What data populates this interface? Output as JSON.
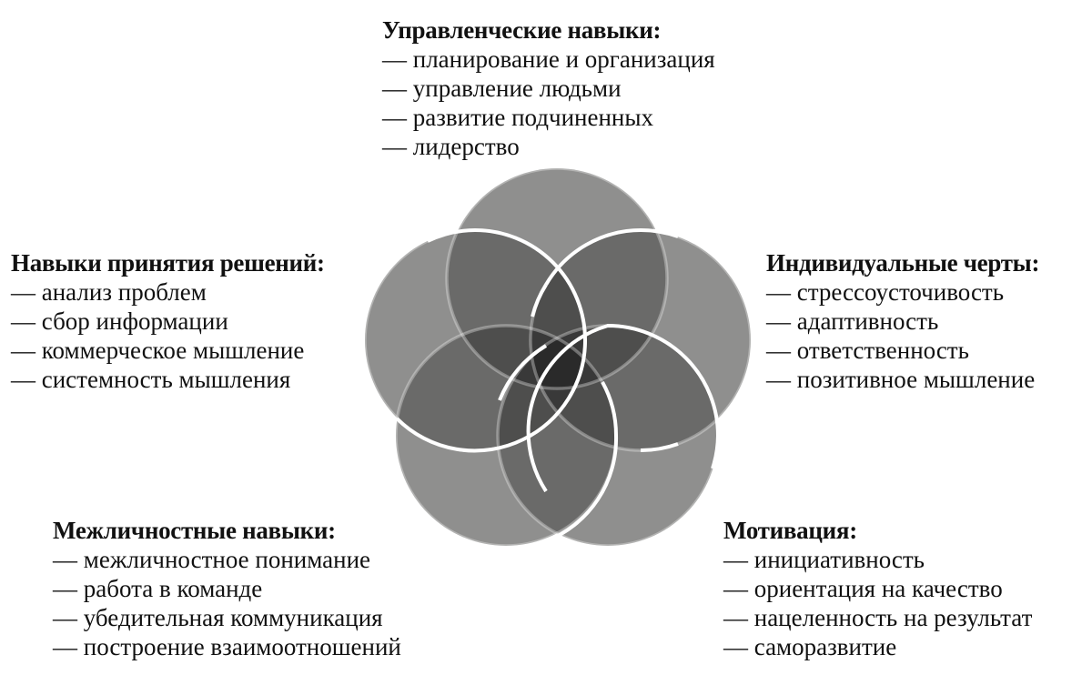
{
  "diagram": {
    "type": "five-circle-venn",
    "colors": {
      "base": "#c1c2c0",
      "overlay": "rgba(0,0,0,0.26)",
      "single_region": "#8f918e",
      "stroke": "#ffffff"
    }
  },
  "blocks": {
    "top": {
      "title": "Управленческие навыки:",
      "items": [
        "планирование и организация",
        "управление людьми",
        "развитие подчиненных",
        "лидерство"
      ]
    },
    "left": {
      "title": "Навыки принятия решений:",
      "items": [
        "анализ проблем",
        "сбор информации",
        "коммерческое мышление",
        "системность мышления"
      ]
    },
    "right": {
      "title": "Индивидуальные черты:",
      "items": [
        "стрессоусточивость",
        "адаптивность",
        "ответственность",
        "позитивное мышление"
      ]
    },
    "bottom_left": {
      "title": "Межличностные навыки:",
      "items": [
        "межличностное понимание",
        "работа в команде",
        "убедительная коммуникация",
        "построение взаимоотношений"
      ]
    },
    "bottom_right": {
      "title": "Мотивация:",
      "items": [
        "инициативность",
        "ориентация на качество",
        "нацеленность на результат",
        "саморазвитие"
      ]
    }
  }
}
